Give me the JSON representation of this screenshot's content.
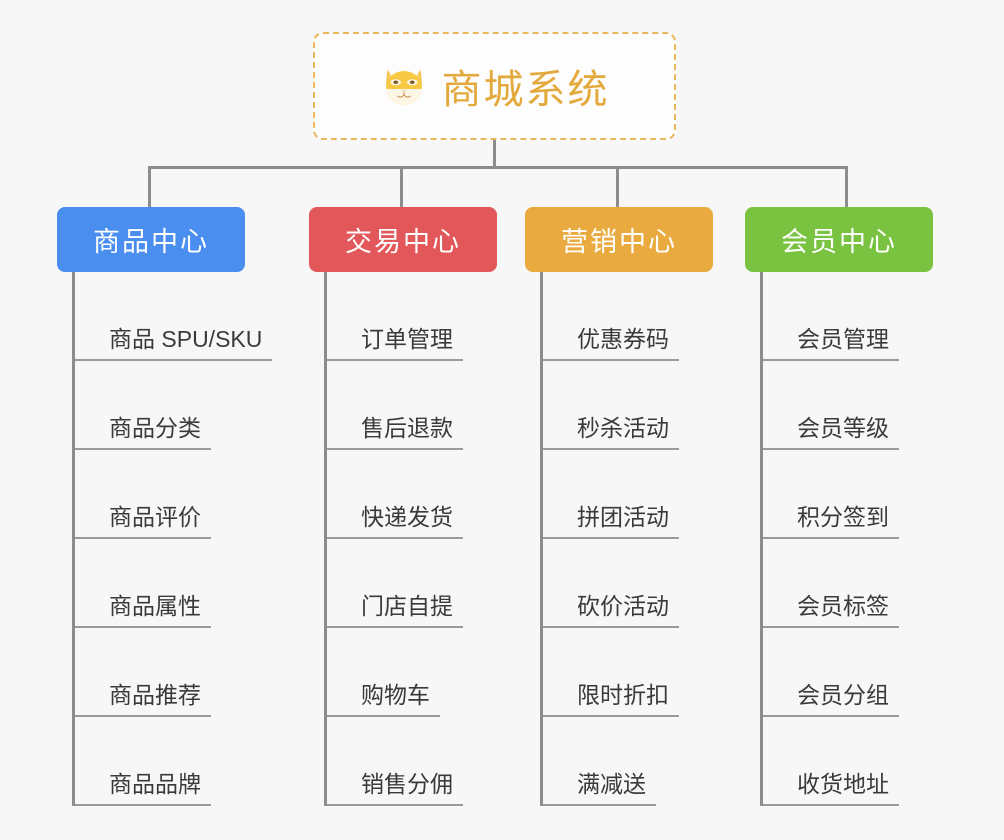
{
  "root": {
    "title": "商城系统",
    "icon": "shiba-dog-icon",
    "icon_glyph": "🐕",
    "title_color": "#e3a93c",
    "border_color": "#eab85a"
  },
  "connector_color": "#8c8c8c",
  "background_color": "#f7f7f7",
  "columns": [
    {
      "id": "product-center",
      "label": "商品中心",
      "color": "#4a8ef0",
      "items": [
        "商品 SPU/SKU",
        "商品分类",
        "商品评价",
        "商品属性",
        "商品推荐",
        "商品品牌"
      ]
    },
    {
      "id": "trade-center",
      "label": "交易中心",
      "color": "#e2585a",
      "items": [
        "订单管理",
        "售后退款",
        "快递发货",
        "门店自提",
        "购物车",
        "销售分佣"
      ]
    },
    {
      "id": "marketing-center",
      "label": "营销中心",
      "color": "#e9ab3f",
      "items": [
        "优惠券码",
        "秒杀活动",
        "拼团活动",
        "砍价活动",
        "限时折扣",
        "满减送"
      ]
    },
    {
      "id": "member-center",
      "label": "会员中心",
      "color": "#79c340",
      "items": [
        "会员管理",
        "会员等级",
        "积分签到",
        "会员标签",
        "会员分组",
        "收货地址"
      ]
    }
  ]
}
